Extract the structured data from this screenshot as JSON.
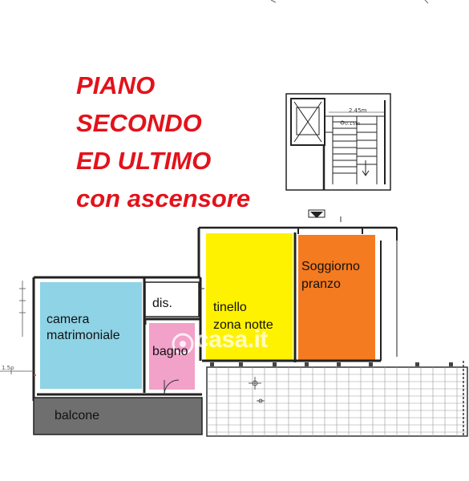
{
  "title": {
    "line1": "PIANO",
    "line2": "SECONDO",
    "line3": "ED ULTIMO",
    "line4": "con ascensore"
  },
  "rooms": {
    "camera_line1": "camera",
    "camera_line2": "matrimoniale",
    "dis": "dis.",
    "bagno": "bagno",
    "tinello_line1": "tinello",
    "tinello_line2": "zona notte",
    "soggiorno_line1": "Soggiorno",
    "soggiorno_line2": "pranzo",
    "balcone": "balcone"
  },
  "stair": {
    "width_label": "2.45m",
    "small_label": "0.15m"
  },
  "watermark": "casa.it",
  "colors": {
    "title": "#e3121b",
    "camera": "#8ed3e6",
    "bagno": "#f2a1c8",
    "tinello": "#fff200",
    "soggiorno": "#f47b20",
    "balcone": "#6f6f6f",
    "dis": "#ffffff"
  }
}
